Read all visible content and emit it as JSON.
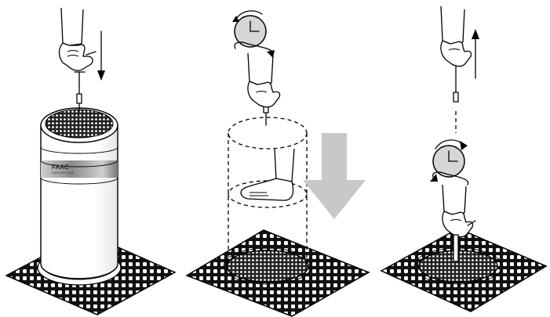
{
  "figure": {
    "brand_label": "FAAC",
    "brand_subtext": "FAAC SPA ITALIA",
    "colors": {
      "line": "#000000",
      "background": "#ffffff",
      "arrow_fill": "#c8c8c8",
      "clock_fill": "#d6d6d6",
      "bollard_band": "#9a9a9a"
    },
    "icons": [
      "hand-pressing-icon",
      "down-arrow-icon",
      "clock-counterclockwise-icon",
      "up-arrow-icon",
      "bollard",
      "floor-grid"
    ]
  }
}
